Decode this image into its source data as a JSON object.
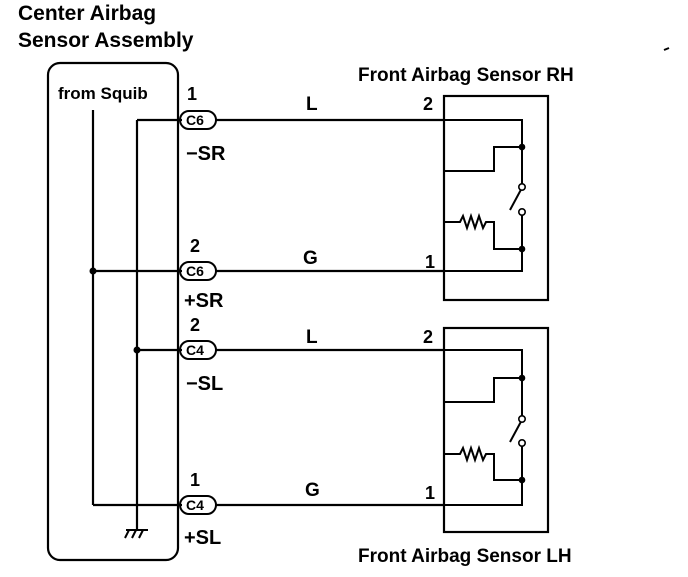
{
  "title_line1": "Center Airbag",
  "title_line2": "Sensor Assembly",
  "from_squib": "from Squib",
  "sensor_rh": "Front Airbag Sensor RH",
  "sensor_lh": "Front Airbag Sensor LH",
  "connectors": [
    {
      "code": "C6",
      "pin": "1",
      "signal": "−SR",
      "wire": "L",
      "sensor_pin": "2"
    },
    {
      "code": "C6",
      "pin": "2",
      "signal": "+SR",
      "wire": "G",
      "sensor_pin": "1"
    },
    {
      "code": "C4",
      "pin": "2",
      "signal": "−SL",
      "wire": "L",
      "sensor_pin": "2"
    },
    {
      "code": "C4",
      "pin": "1",
      "signal": "+SL",
      "wire": "G",
      "sensor_pin": "1"
    }
  ]
}
